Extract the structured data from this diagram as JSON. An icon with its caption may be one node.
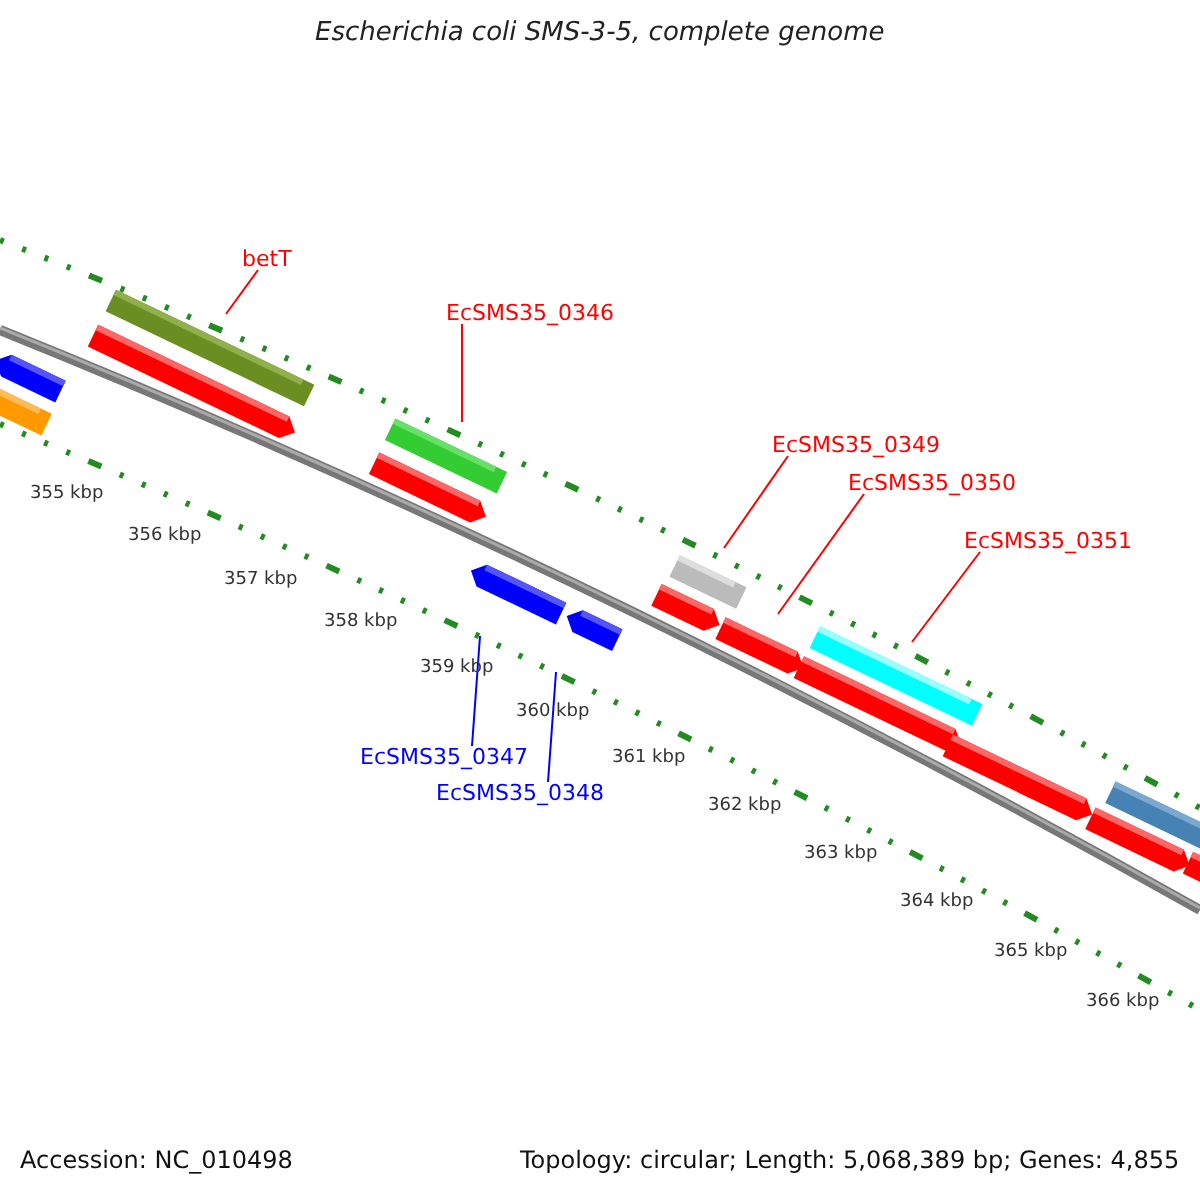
{
  "diagram": {
    "title": "Escherichia coli SMS-3-5, complete genome",
    "nodes": [
      {
        "text": [
          "betT"
        ]
      },
      {
        "text": [],
        "shape": "bar"
      },
      {
        "text": [
          "EcSMS35_0346"
        ]
      },
      {
        "text": [],
        "shape": "bar"
      },
      {
        "text": [
          "EcSMS35_0349"
        ]
      },
      {
        "text": [],
        "shape": "bar"
      },
      {
        "text": [
          "EcSMS35_0350"
        ]
      },
      {
        "text": [],
        "shape": "arrow"
      },
      {
        "text": [
          "EcSMS35_0351"
        ]
      },
      {
        "text": [],
        "shape": "bar"
      },
      {
        "text": [
          "EcSMS35_0347"
        ]
      },
      {
        "text": [],
        "shape": "arrow"
      },
      {
        "text": [
          "EcSMS35_0348"
        ]
      },
      {
        "text": [],
        "shape": "arrow"
      },
      {
        "text": [],
        "shape": "arrow"
      },
      {
        "text": [],
        "shape": "arrow"
      },
      {
        "text": [],
        "shape": "arrow"
      },
      {
        "text": [],
        "shape": "arrow"
      },
      {
        "text": [],
        "shape": "arrow"
      },
      {
        "text": [],
        "shape": "arrow"
      },
      {
        "text": [],
        "shape": "arrow"
      },
      {
        "text": [],
        "shape": "bar"
      },
      {
        "text": [],
        "shape": "arrow"
      },
      {
        "text": [],
        "shape": "bar"
      }
    ],
    "edges": [
      {
        "from": 0,
        "to": 1,
        "arrow": "none"
      },
      {
        "from": 2,
        "to": 3,
        "arrow": "none"
      },
      {
        "from": 4,
        "to": 5,
        "arrow": "none"
      },
      {
        "from": 6,
        "to": 7,
        "arrow": "none"
      },
      {
        "from": 8,
        "to": 9,
        "arrow": "none"
      },
      {
        "from": 10,
        "to": 11,
        "arrow": "none",
        "color": "#0000ff"
      },
      {
        "from": 12,
        "to": 13,
        "arrow": "none",
        "color": "#0000ff"
      }
    ],
    "labels": [
      "355 kbp",
      "356 kbp",
      "357 kbp",
      "358 kbp",
      "359 kbp",
      "360 kbp",
      "361 kbp",
      "362 kbp",
      "363 kbp",
      "364 kbp",
      "365 kbp",
      "366 kbp",
      "Accession: NC_010498",
      "Topology: circular; Length: 5,068,389 bp; Genes: 4,855"
    ]
  }
}
